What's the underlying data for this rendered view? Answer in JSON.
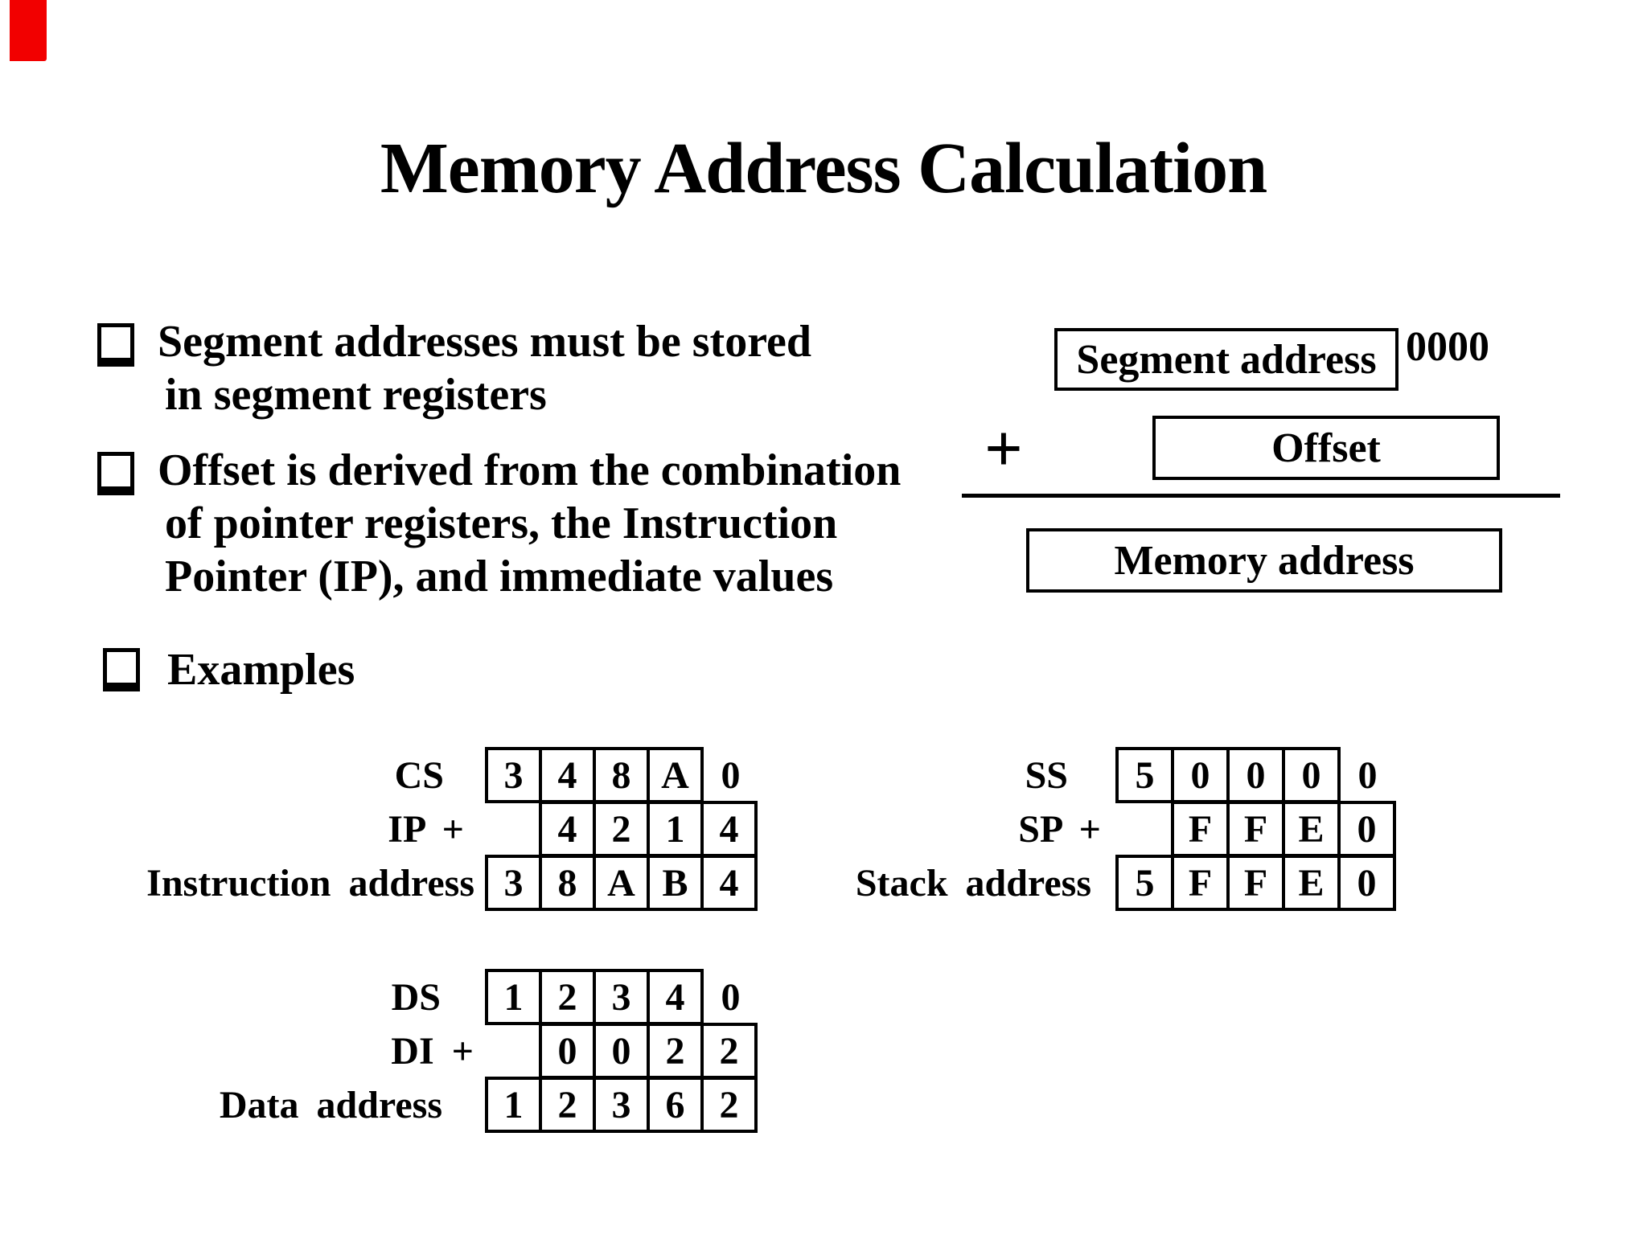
{
  "page": {
    "background": "#ffffff",
    "text_color": "#000000"
  },
  "corner_marker": {
    "color": "#f20000"
  },
  "title": "Memory Address Calculation",
  "bullets": [
    {
      "lines": [
        "Segment addresses must be stored",
        "in segment registers"
      ]
    },
    {
      "lines": [
        "Offset is derived from the combination",
        "of pointer registers, the Instruction",
        "Pointer (IP), and immediate values"
      ]
    },
    {
      "lines": [
        "Examples"
      ]
    }
  ],
  "diagram": {
    "segment_box_label": "Segment address",
    "appended_zeros": "0000",
    "plus_sign": "+",
    "offset_box_label": "Offset",
    "memory_box_label": "Memory address"
  },
  "tables": [
    {
      "name": "instruction-example",
      "rows": [
        {
          "label": "CS",
          "cells": [
            "3",
            "4",
            "8",
            "A"
          ],
          "trailing": "0"
        },
        {
          "label": "IP +",
          "cells": [
            "4",
            "2",
            "1",
            "4"
          ]
        },
        {
          "label": "Instruction address",
          "cells": [
            "3",
            "8",
            "A",
            "B",
            "4"
          ]
        }
      ]
    },
    {
      "name": "stack-example",
      "rows": [
        {
          "label": "SS",
          "cells": [
            "5",
            "0",
            "0",
            "0"
          ],
          "trailing": "0"
        },
        {
          "label": "SP +",
          "cells": [
            "F",
            "F",
            "E",
            "0"
          ]
        },
        {
          "label": "Stack address",
          "cells": [
            "5",
            "F",
            "F",
            "E",
            "0"
          ]
        }
      ]
    },
    {
      "name": "data-example",
      "rows": [
        {
          "label": "DS",
          "cells": [
            "1",
            "2",
            "3",
            "4"
          ],
          "trailing": "0"
        },
        {
          "label": "DI +",
          "cells": [
            "0",
            "0",
            "2",
            "2"
          ]
        },
        {
          "label": "Data address",
          "cells": [
            "1",
            "2",
            "3",
            "6",
            "2"
          ]
        }
      ]
    }
  ]
}
